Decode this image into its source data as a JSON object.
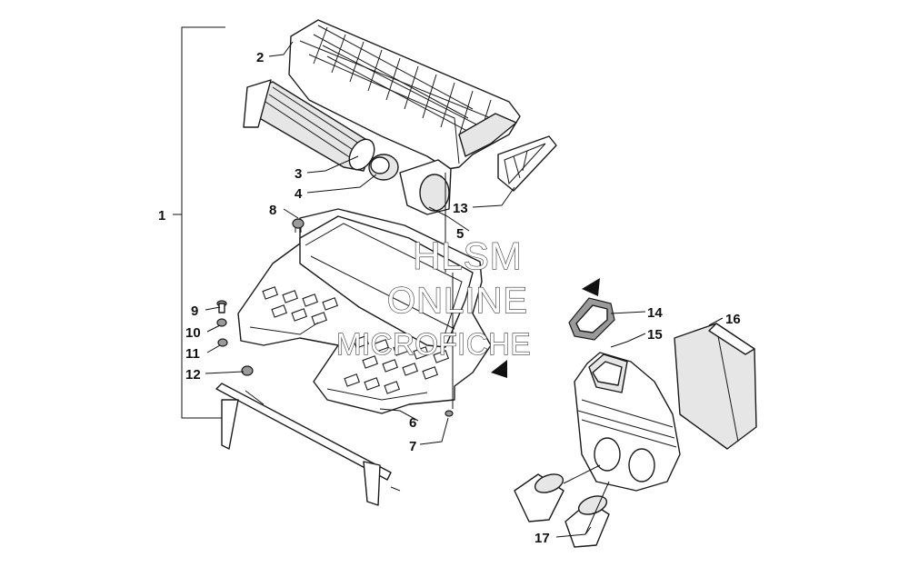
{
  "diagram": {
    "callouts": [
      {
        "id": "1",
        "label": "1"
      },
      {
        "id": "2",
        "label": "2"
      },
      {
        "id": "3",
        "label": "3"
      },
      {
        "id": "4",
        "label": "4"
      },
      {
        "id": "5",
        "label": "5"
      },
      {
        "id": "6",
        "label": "6"
      },
      {
        "id": "7",
        "label": "7"
      },
      {
        "id": "8",
        "label": "8"
      },
      {
        "id": "9",
        "label": "9"
      },
      {
        "id": "10",
        "label": "10"
      },
      {
        "id": "11",
        "label": "11"
      },
      {
        "id": "12",
        "label": "12"
      },
      {
        "id": "13",
        "label": "13"
      },
      {
        "id": "14",
        "label": "14"
      },
      {
        "id": "15",
        "label": "15"
      },
      {
        "id": "16",
        "label": "16"
      },
      {
        "id": "17",
        "label": "17"
      }
    ]
  },
  "watermark": {
    "line1": "HLSM",
    "line2": "ONLINE",
    "line3": "MICROFICHE"
  }
}
